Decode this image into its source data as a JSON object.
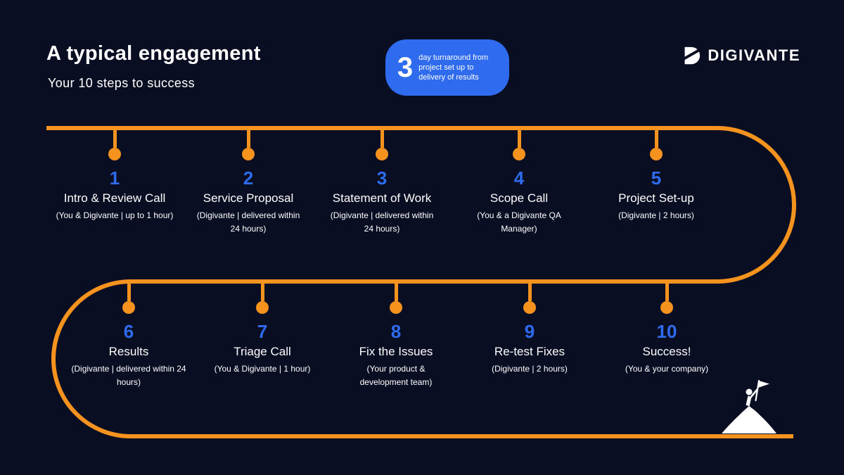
{
  "colors": {
    "bg": "#0a0e23",
    "orange": "#f6921e",
    "blue": "#2e6bee",
    "white": "#ffffff"
  },
  "header": {
    "title": "A typical engagement",
    "subtitle": "Your 10 steps to success",
    "badge": {
      "number": "3",
      "text": "day turnaround from project set up to delivery of results"
    },
    "logo_text": "DIGIVANTE"
  },
  "icons": {
    "logo_mark": "digivante-d-lightning",
    "summit": "person-with-flag-on-summit",
    "node": "orange-timeline-node"
  },
  "steps": [
    {
      "number": "1",
      "title": "Intro & Review Call",
      "subtitle": "(You & Digivante | up to 1 hour)"
    },
    {
      "number": "2",
      "title": "Service Proposal",
      "subtitle": "(Digivante | delivered within 24 hours)"
    },
    {
      "number": "3",
      "title": "Statement of Work",
      "subtitle": "(Digivante | delivered within 24 hours)"
    },
    {
      "number": "4",
      "title": "Scope Call",
      "subtitle": "(You & a Digivante QA Manager)"
    },
    {
      "number": "5",
      "title": "Project Set-up",
      "subtitle": "(Digivante | 2 hours)"
    },
    {
      "number": "6",
      "title": "Results",
      "subtitle": "(Digivante | delivered within 24 hours)"
    },
    {
      "number": "7",
      "title": "Triage Call",
      "subtitle": "(You & Digivante | 1 hour)"
    },
    {
      "number": "8",
      "title": "Fix the Issues",
      "subtitle": "(Your product & development team)"
    },
    {
      "number": "9",
      "title": "Re-test Fixes",
      "subtitle": "(Digivante | 2 hours)"
    },
    {
      "number": "10",
      "title": "Success!",
      "subtitle": "(You & your company)"
    }
  ]
}
